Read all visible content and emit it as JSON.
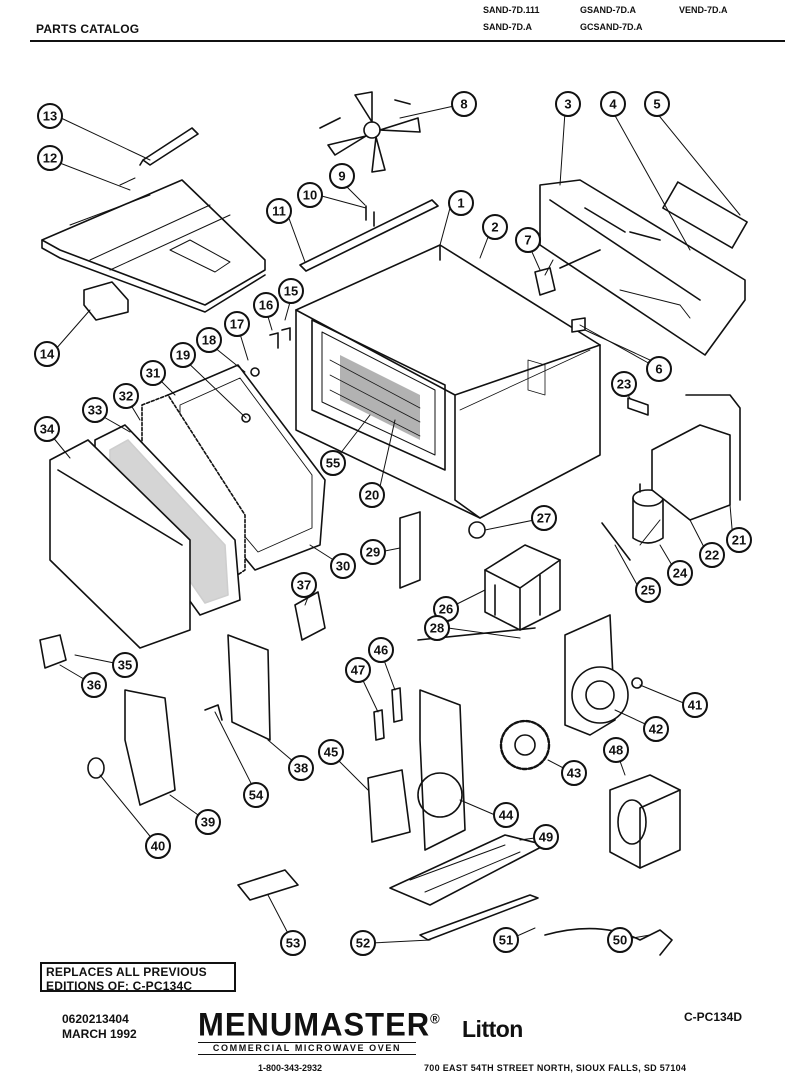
{
  "header": {
    "title": "PARTS CATALOG",
    "models": [
      "SAND-7D.111",
      "SAND-7D.A",
      "GSAND-7D.A",
      "GCSAND-7D.A",
      "VEND-7D.A"
    ]
  },
  "callouts": [
    "1",
    "2",
    "3",
    "4",
    "5",
    "6",
    "7",
    "8",
    "9",
    "10",
    "11",
    "12",
    "13",
    "14",
    "15",
    "16",
    "17",
    "18",
    "19",
    "20",
    "21",
    "22",
    "23",
    "24",
    "25",
    "26",
    "27",
    "28",
    "29",
    "30",
    "31",
    "32",
    "33",
    "34",
    "35",
    "36",
    "37",
    "38",
    "39",
    "40",
    "41",
    "42",
    "43",
    "44",
    "45",
    "46",
    "47",
    "48",
    "49",
    "50",
    "51",
    "52",
    "53",
    "54",
    "55"
  ],
  "footer": {
    "replaces_line1": "REPLACES ALL PREVIOUS",
    "replaces_line2": "EDITIONS OF: C-PC134C",
    "doc_number": "0620213404",
    "date": "MARCH 1992",
    "brand": "MENUMASTER",
    "registered": "®",
    "brand_subtitle": "COMMERCIAL MICROWAVE OVEN",
    "phone": "1-800-343-2932",
    "company": "Litton",
    "catalog_number": "C-PC134D",
    "address": "700 EAST 54TH STREET NORTH, SIOUX FALLS, SD  57104"
  }
}
